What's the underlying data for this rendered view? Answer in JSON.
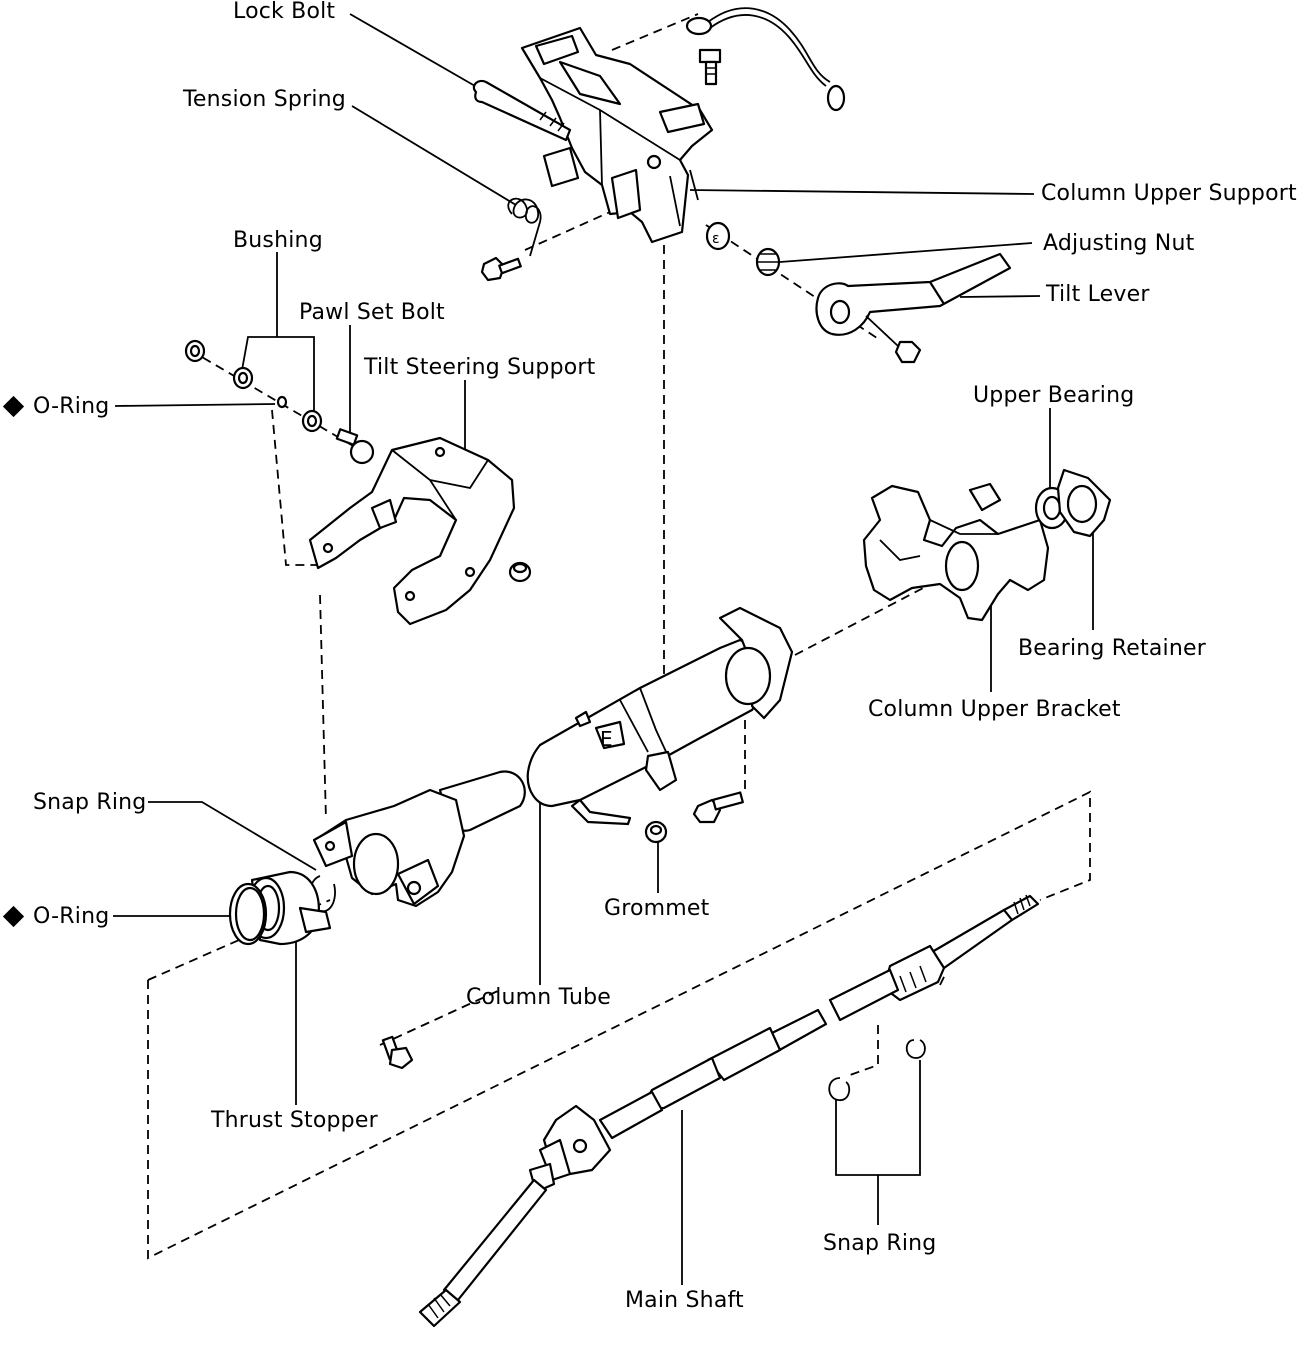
{
  "diagram": {
    "labels": {
      "lock_bolt": "Lock Bolt",
      "tension_spring": "Tension Spring",
      "column_upper_support": "Column Upper Support",
      "adjusting_nut": "Adjusting Nut",
      "tilt_lever": "Tilt Lever",
      "bushing": "Bushing",
      "pawl_set_bolt": "Pawl Set Bolt",
      "tilt_steering_support": "Tilt Steering Support",
      "o_ring_upper": "O-Ring",
      "upper_bearing": "Upper Bearing",
      "bearing_retainer": "Bearing Retainer",
      "column_upper_bracket": "Column Upper Bracket",
      "snap_ring_left": "Snap Ring",
      "o_ring_lower": "O-Ring",
      "grommet": "Grommet",
      "column_tube": "Column Tube",
      "thrust_stopper": "Thrust Stopper",
      "snap_ring_right": "Snap Ring",
      "main_shaft": "Main Shaft"
    },
    "marker_icon": "filled-diamond-icon",
    "line_color": "#000000",
    "background_color": "#ffffff"
  }
}
